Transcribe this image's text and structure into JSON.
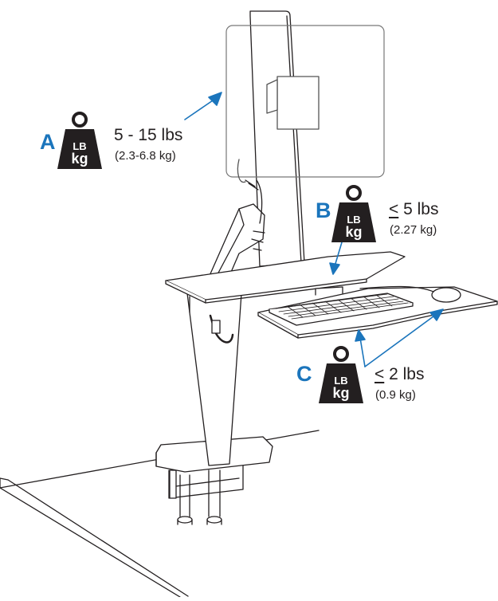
{
  "colors": {
    "accent": "#1b75bc",
    "line": "#231f20",
    "weight": "#231f20"
  },
  "icons": [
    "weight-icon"
  ],
  "labels": [
    {
      "letter": "A",
      "weight_top": "LB",
      "weight_bottom": "kg",
      "le": "",
      "capacity": "5 - 15 lbs",
      "metric": "(2.3-6.8 kg)"
    },
    {
      "letter": "B",
      "weight_top": "LB",
      "weight_bottom": "kg",
      "le": "<",
      "capacity": " 5 lbs",
      "metric": "(2.27 kg)"
    },
    {
      "letter": "C",
      "weight_top": "LB",
      "weight_bottom": "kg",
      "le": "<",
      "capacity": " 2 lbs",
      "metric": "(0.9 kg)"
    }
  ]
}
